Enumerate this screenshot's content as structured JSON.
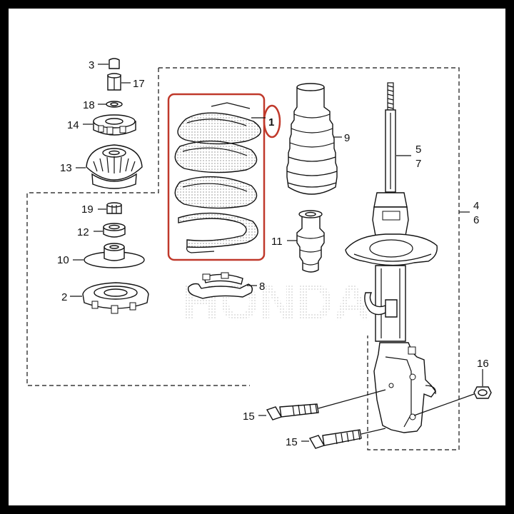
{
  "diagram": {
    "callouts": {
      "p1": "1",
      "p2": "2",
      "p3": "3",
      "p4": "4",
      "p5": "5",
      "p6": "6",
      "p7": "7",
      "p8": "8",
      "p9": "9",
      "p10": "10",
      "p11": "11",
      "p12": "12",
      "p13": "13",
      "p14": "14",
      "p15a": "15",
      "p15b": "15",
      "p16": "16",
      "p17": "17",
      "p18": "18",
      "p19": "19"
    },
    "watermark": "HONDA",
    "colors": {
      "highlight": "#c0392b",
      "frame": "#000000",
      "background": "#ffffff",
      "line": "#111111"
    }
  }
}
